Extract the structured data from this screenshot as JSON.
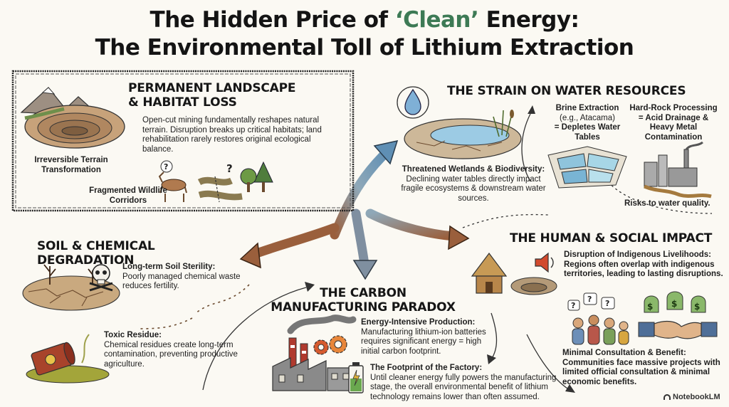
{
  "title": {
    "line1_before": "The Hidden Price of ",
    "line1_accent": "‘Clean’",
    "line1_after": " Energy:",
    "line2": "The Environmental Toll of Lithium Extraction"
  },
  "landscape": {
    "heading_line1": "PERMANENT LANDSCAPE",
    "heading_line2": "& HABITAT LOSS",
    "body": "Open-cut mining fundamentally reshapes natural terrain. Disruption breaks up critical habitats; land rehabilitation rarely restores original ecological balance.",
    "label_terrain": "Irreversible Terrain Transformation",
    "label_corridors": "Fragmented Wildlife Corridors"
  },
  "water": {
    "heading": "THE STRAIN ON WATER RESOURCES",
    "brine_line1": "Brine Extraction",
    "brine_line2": "(e.g., Atacama)",
    "brine_line3": "= Depletes Water Tables",
    "hardrock_line1": "Hard-Rock Processing",
    "hardrock_line2": "= Acid Drainage &",
    "hardrock_line3": "Heavy Metal",
    "hardrock_line4": "Contamination",
    "wetlands_title": "Threatened Wetlands & Biodiversity:",
    "wetlands_body": "Declining water tables directly impact fragile ecosystems & downstream water sources.",
    "risks": "Risks to water quality."
  },
  "soil": {
    "heading": "SOIL & CHEMICAL DEGRADATION",
    "sterility_title": "Long-term Soil Sterility:",
    "sterility_body": "Poorly managed chemical waste reduces fertility.",
    "toxic_title": "Toxic Residue:",
    "toxic_body": "Chemical residues create long-term contamination, preventing productive agriculture."
  },
  "carbon": {
    "heading_line1": "THE CARBON",
    "heading_line2": "MANUFACTURING PARADOX",
    "energy_title": "Energy-Intensive Production:",
    "energy_body": "Manufacturing lithium-ion batteries requires significant energy = high initial carbon footprint.",
    "factory_title": "The Footprint of the Factory:",
    "factory_body": "Until cleaner energy fully powers the manufacturing stage, the overall environmental benefit of lithium technology remains lower than often assumed."
  },
  "human": {
    "heading": "THE HUMAN & SOCIAL IMPACT",
    "indigenous_title": "Disruption of Indigenous Livelihoods:",
    "indigenous_body": "Regions often overlap with indigenous territories, leading to lasting disruptions.",
    "consult_title": "Minimal Consultation & Benefit:",
    "consult_body": "Communities face massive projects with limited official consultation & minimal economic benefits."
  },
  "brand": "NotebookLM",
  "icons": {
    "mine": "open-pit-mine-icon",
    "deer": "deer-icon",
    "trees": "forest-icon",
    "drop": "water-drop-icon",
    "wetland": "cracked-wetland-icon",
    "ponds": "evaporation-ponds-icon",
    "refinery": "refinery-icon",
    "skull": "skull-crossbones-icon",
    "barrel": "toxic-barrel-icon",
    "factory": "factory-icon",
    "gears": "gears-icon",
    "battery": "battery-icon",
    "hut": "hut-icon",
    "speaker": "megaphone-icon",
    "people": "people-questions-icon",
    "handshake": "handshake-money-icon"
  },
  "colors": {
    "background": "#fbf9f3",
    "accent_green": "#3d7a55",
    "arrow_blue": "#6f97b8",
    "arrow_brown": "#9a5f3c",
    "water_blue": "#7fb0d6"
  }
}
